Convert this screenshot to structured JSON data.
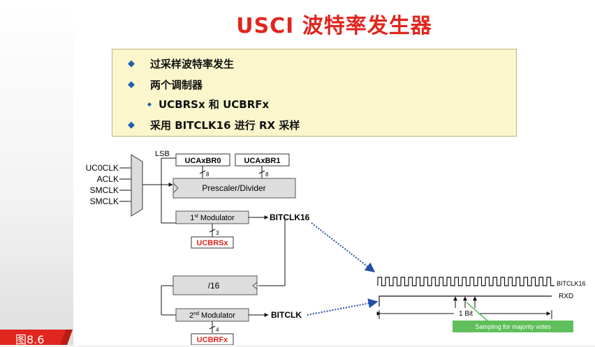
{
  "slide": {
    "title": "USCI 波特率发生器",
    "bullets": [
      "过采样波特率发生",
      "两个调制器",
      "UCBRSx 和 UCBRFx",
      "采用 BITCLK16 进行 RX 采样"
    ]
  },
  "figure_label": "图8.6",
  "diagram": {
    "mux_inputs": [
      "UC0CLK",
      "ACLK",
      "SMCLK",
      "SMCLK"
    ],
    "lsb_label": "LSB",
    "reg_br0": "UCAxBR0",
    "reg_br1": "UCAxBR1",
    "bus_width_8a": "8",
    "bus_width_8b": "8",
    "prescaler": "Prescaler/Divider",
    "modulator1": "1st Modulator",
    "modulator1_sup": "st",
    "modulator2_sup": "nd",
    "bus_width_3": "3",
    "ucbrsx": "UCBRSx",
    "bitclk16_out": "BITCLK16",
    "divider16": "/16",
    "modulator2": "2nd Modulator",
    "bitclk_out": "BITCLK",
    "bus_width_4": "4",
    "ucbrfx": "UCBRFx",
    "timing_bitclk16": "BITCLK16",
    "timing_rxd": "RXD",
    "one_bit": "1 Bit",
    "sampling_note": "Sampling for majority votes",
    "accent_red": "#e0261f",
    "arrow_blue": "#2350a8",
    "note_green": "#5fbf5a"
  }
}
